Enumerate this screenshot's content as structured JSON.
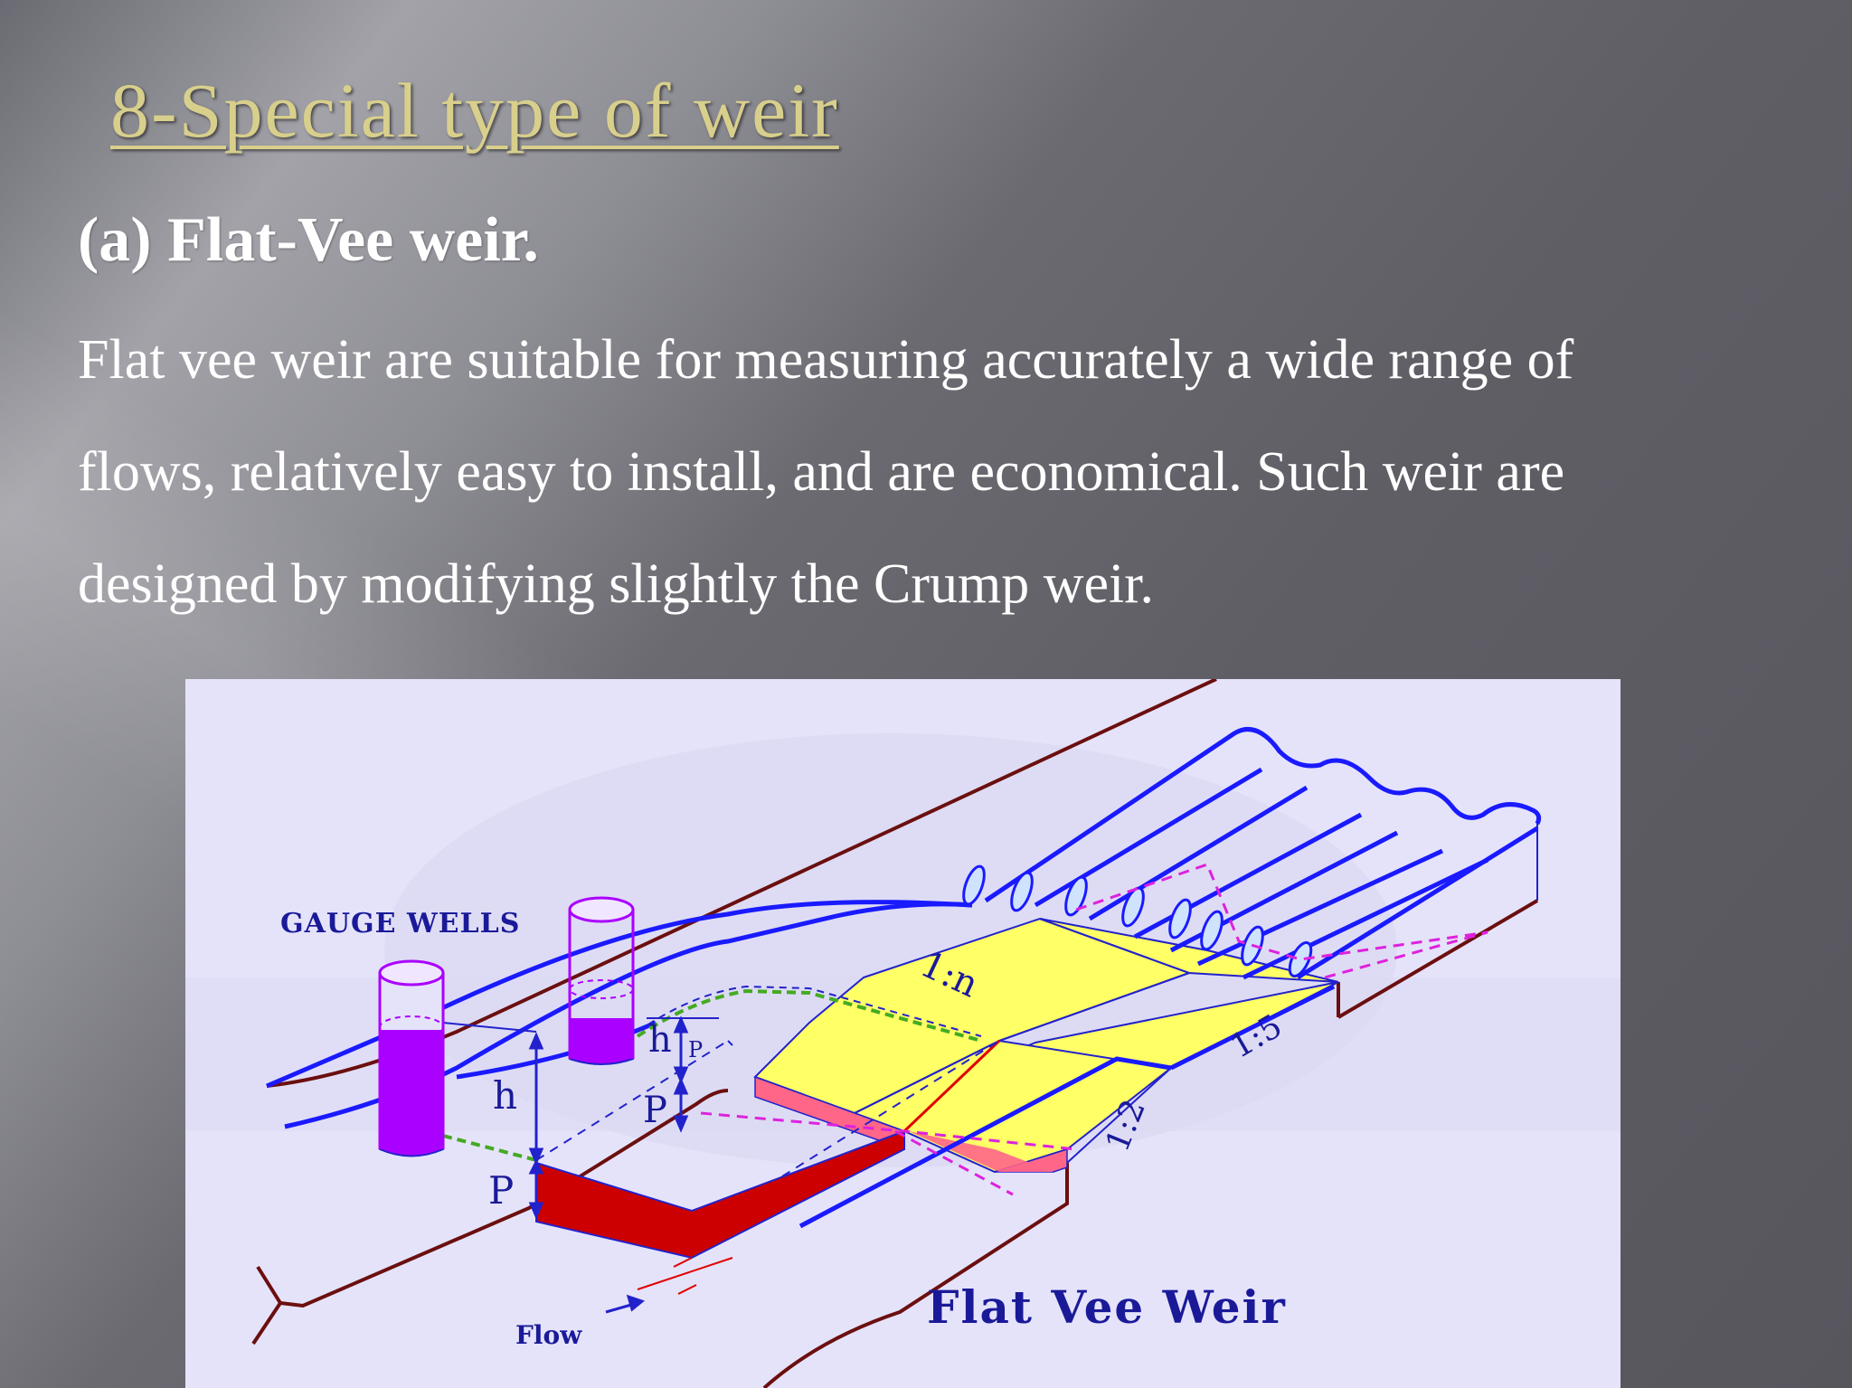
{
  "slide": {
    "title": "8-Special type of weir",
    "subheading": "(a) Flat-Vee weir.",
    "body_lines": [
      "Flat vee weir are suitable for measuring accurately a wide range of",
      "flows, relatively easy to install, and are economical. Such weir are",
      "designed by modifying slightly the Crump weir."
    ]
  },
  "figure": {
    "caption": "Flat Vee Weir",
    "labels": {
      "gauge_wells": "GAUGE WELLS",
      "h": "h",
      "p_left": "P",
      "hp_main": "h",
      "hp_sub": "P",
      "p_mid": "P",
      "slope_top": "1:n",
      "slope_side_steep": "1:2",
      "slope_side_gentle": "1:5",
      "flow": "Flow"
    },
    "colors": {
      "title": "#d8cf8c",
      "crest_fill": "#ffff66",
      "sill_red": "#cc0000",
      "water_purple": "#aa00ff",
      "channel_blue": "#1a1aff",
      "bank_brown": "#6b0f0f",
      "dashed_magenta": "#dd22dd",
      "dashed_green": "#44aa22",
      "figure_background": "#e5e3fa"
    }
  }
}
